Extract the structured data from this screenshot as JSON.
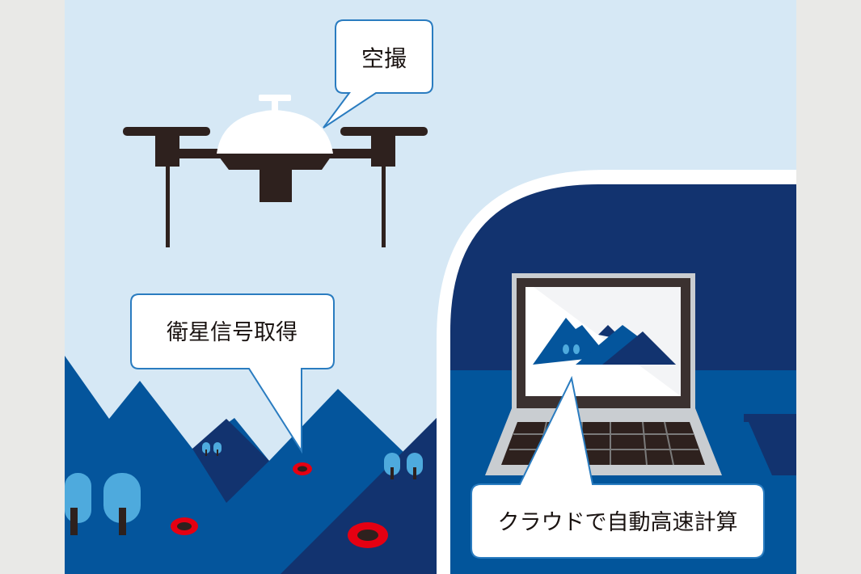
{
  "labels": {
    "aerial_photography": "空撮",
    "satellite_signal": "衛星信号取得",
    "cloud_computation": "クラウドで自動高速計算"
  },
  "colors": {
    "sky": "#d6e8f5",
    "mountain_blue": "#04559c",
    "navy": "#12336f",
    "tree": "#4eaadd",
    "marker_red": "#e50012",
    "drone": "#2e211e",
    "bubble_border": "#2a7cc0"
  }
}
